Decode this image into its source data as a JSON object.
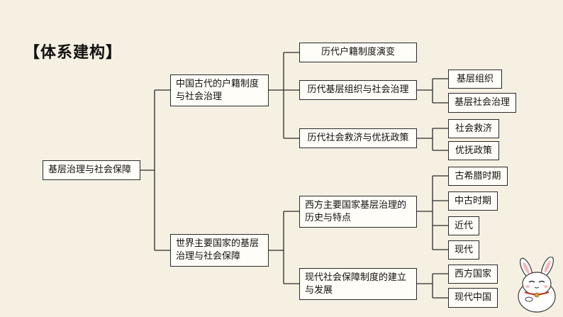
{
  "title": "【体系建构】",
  "root": "基层治理与社会保障",
  "branches": [
    {
      "label": "中国古代的户籍制度与社会治理",
      "children": [
        {
          "label": "历代户籍制度演变",
          "children": []
        },
        {
          "label": "历代基层组织与社会治理",
          "children": [
            "基层组织",
            "基层社会治理"
          ]
        },
        {
          "label": "历代社会救济与优抚政策",
          "children": [
            "社会救济",
            "优抚政策"
          ]
        }
      ]
    },
    {
      "label": "世界主要国家的基层治理与社会保障",
      "children": [
        {
          "label": "西方主要国家基层治理的历史与特点",
          "children": [
            "古希腊时期",
            "中古时期",
            "近代",
            "现代"
          ]
        },
        {
          "label": "现代社会保障制度的建立与发展",
          "children": [
            "西方国家",
            "现代中国"
          ]
        }
      ]
    }
  ],
  "mascot_icon": "rabbit-mascot-icon"
}
